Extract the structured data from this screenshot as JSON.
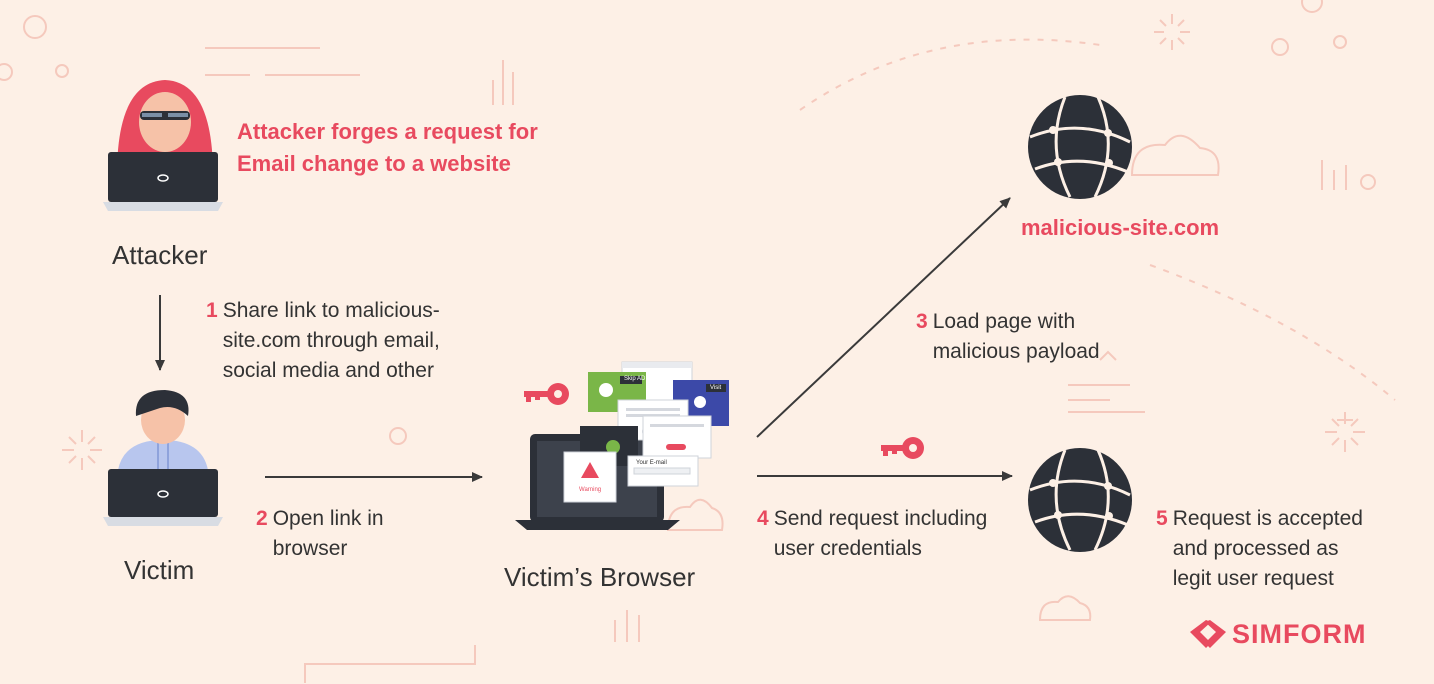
{
  "attacker": {
    "label": "Attacker",
    "description_line1": "Attacker forges a request for",
    "description_line2": "Email change to a website"
  },
  "victim": {
    "label": "Victim"
  },
  "browser": {
    "label": "Victim’s Browser",
    "popup_skip": "Skip AD",
    "popup_visit": "Visit",
    "popup_warning": "Warning",
    "popup_email": "Your E-mail"
  },
  "malicious_site": {
    "label": "malicious-site.com"
  },
  "steps": [
    {
      "num": "1",
      "text": "Share link to malicious-\nsite.com through email,\nsocial media and other"
    },
    {
      "num": "2",
      "text": "Open link in\nbrowser"
    },
    {
      "num": "3",
      "text": "Load page with\nmalicious payload"
    },
    {
      "num": "4",
      "text": "Send request including\nuser credentials"
    },
    {
      "num": "5",
      "text": "Request is accepted\nand processed as\nlegit user request"
    }
  ],
  "brand": {
    "name": "SIMFORM"
  },
  "colors": {
    "accent": "#e84a5f",
    "background": "#fdf0e6",
    "dark": "#2c3038",
    "decor": "#f5c9bd"
  },
  "icons": [
    "attacker-icon",
    "victim-icon",
    "browser-icon",
    "key-icon",
    "globe-icon",
    "simform-logo-icon"
  ]
}
